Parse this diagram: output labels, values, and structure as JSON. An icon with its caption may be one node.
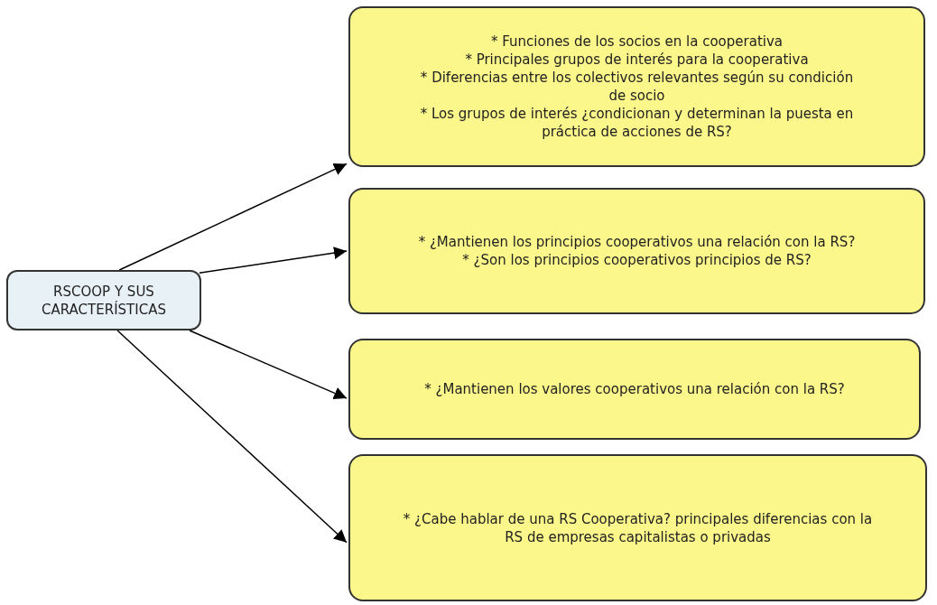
{
  "diagram": {
    "nodes": [
      {
        "text": [
          "RSCOOP Y SUS CARACTERÍSTICAS"
        ]
      },
      {
        "text": [
          "* Funciones de los socios en la cooperativa",
          "* Principales grupos de interés para la cooperativa",
          "* Diferencias entre los colectivos relevantes según su condición de socio",
          "* Los grupos de interés ¿condicionan y determinan la puesta en práctica de acciones de RS?"
        ]
      },
      {
        "text": [
          "* ¿Mantienen los principios cooperativos una relación con la RS?",
          "* ¿Son los principios cooperativos principios de RS?"
        ]
      },
      {
        "text": [
          "* ¿Mantienen los valores cooperativos una relación con la RS?"
        ]
      },
      {
        "text": [
          "* ¿Cabe hablar de una RS Cooperativa? principales diferencias con la RS de empresas capitalistas o privadas"
        ]
      }
    ],
    "edges": [
      {
        "from": 0,
        "to": 1,
        "arrow": "to"
      },
      {
        "from": 0,
        "to": 2,
        "arrow": "to"
      },
      {
        "from": 0,
        "to": 3,
        "arrow": "to"
      },
      {
        "from": 0,
        "to": 4,
        "arrow": "to"
      }
    ]
  }
}
